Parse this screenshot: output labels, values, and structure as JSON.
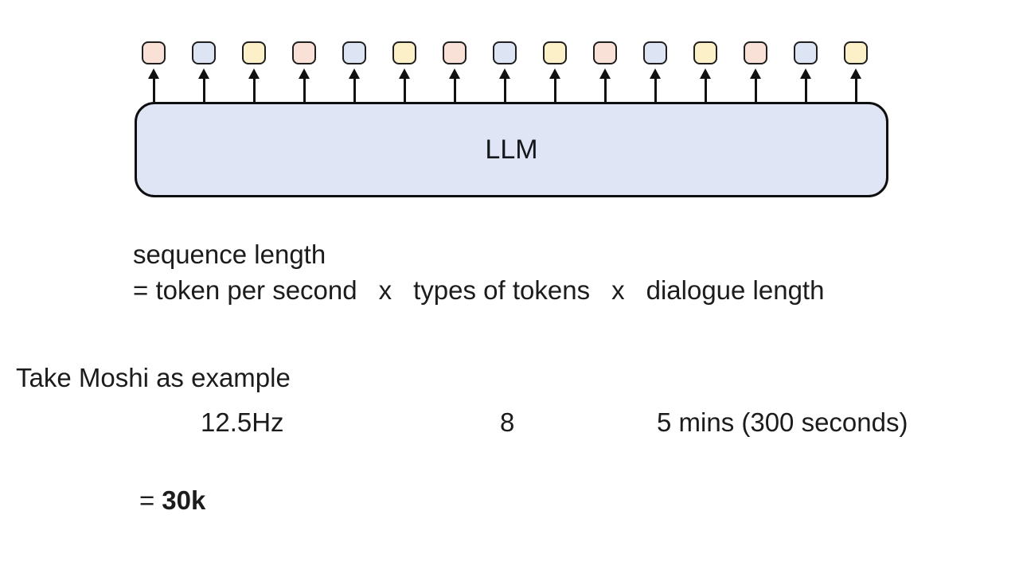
{
  "diagram": {
    "llm_label": "LLM",
    "token_count": 15,
    "token_color_cycle": [
      "#F9E1D8",
      "#DDE4F4",
      "#FCF0C9"
    ],
    "token_color_names": [
      "pink",
      "blue",
      "yellow"
    ],
    "box_fill": "#DFE5F4",
    "box_border_color": "#0F0F0F",
    "arrow_color": "#111111"
  },
  "formula": {
    "line1": "sequence length",
    "equals_part": "= token per second",
    "times1": "x",
    "part2": "types of tokens",
    "times2": "x",
    "part3": "dialogue length"
  },
  "example": {
    "intro": "Take Moshi as example",
    "token_per_second": "12.5Hz",
    "types_of_tokens": "8",
    "dialogue_length": "5 mins (300 seconds)",
    "result_equals": "=",
    "result_value": "30k"
  }
}
